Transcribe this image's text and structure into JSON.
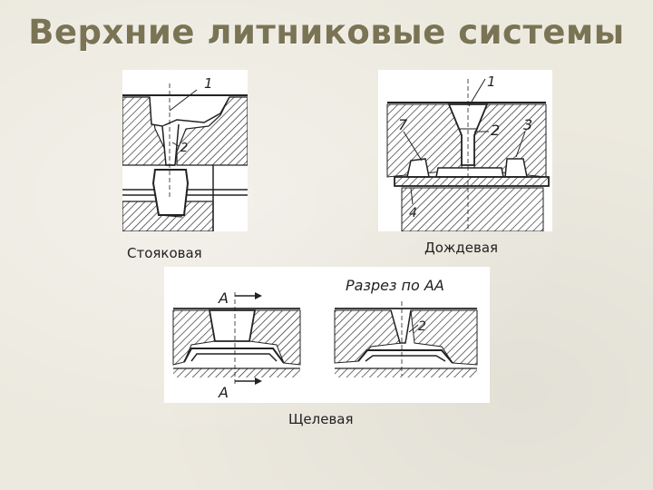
{
  "title": "Верхние литниковые системы",
  "captions": {
    "riser": "Стояковая",
    "rain": "Дождевая",
    "slot": "Щелевая"
  },
  "labels": {
    "riser": [
      "1",
      "2"
    ],
    "rain": [
      "1",
      "7",
      "2",
      "3",
      "4"
    ],
    "slot_left_a_top": "A",
    "slot_left_a_bottom": "A",
    "slot_right_title": "Разрез по АА",
    "slot_right_2": "2"
  },
  "colors": {
    "title": "#7a7455",
    "background": "#ece9df"
  }
}
